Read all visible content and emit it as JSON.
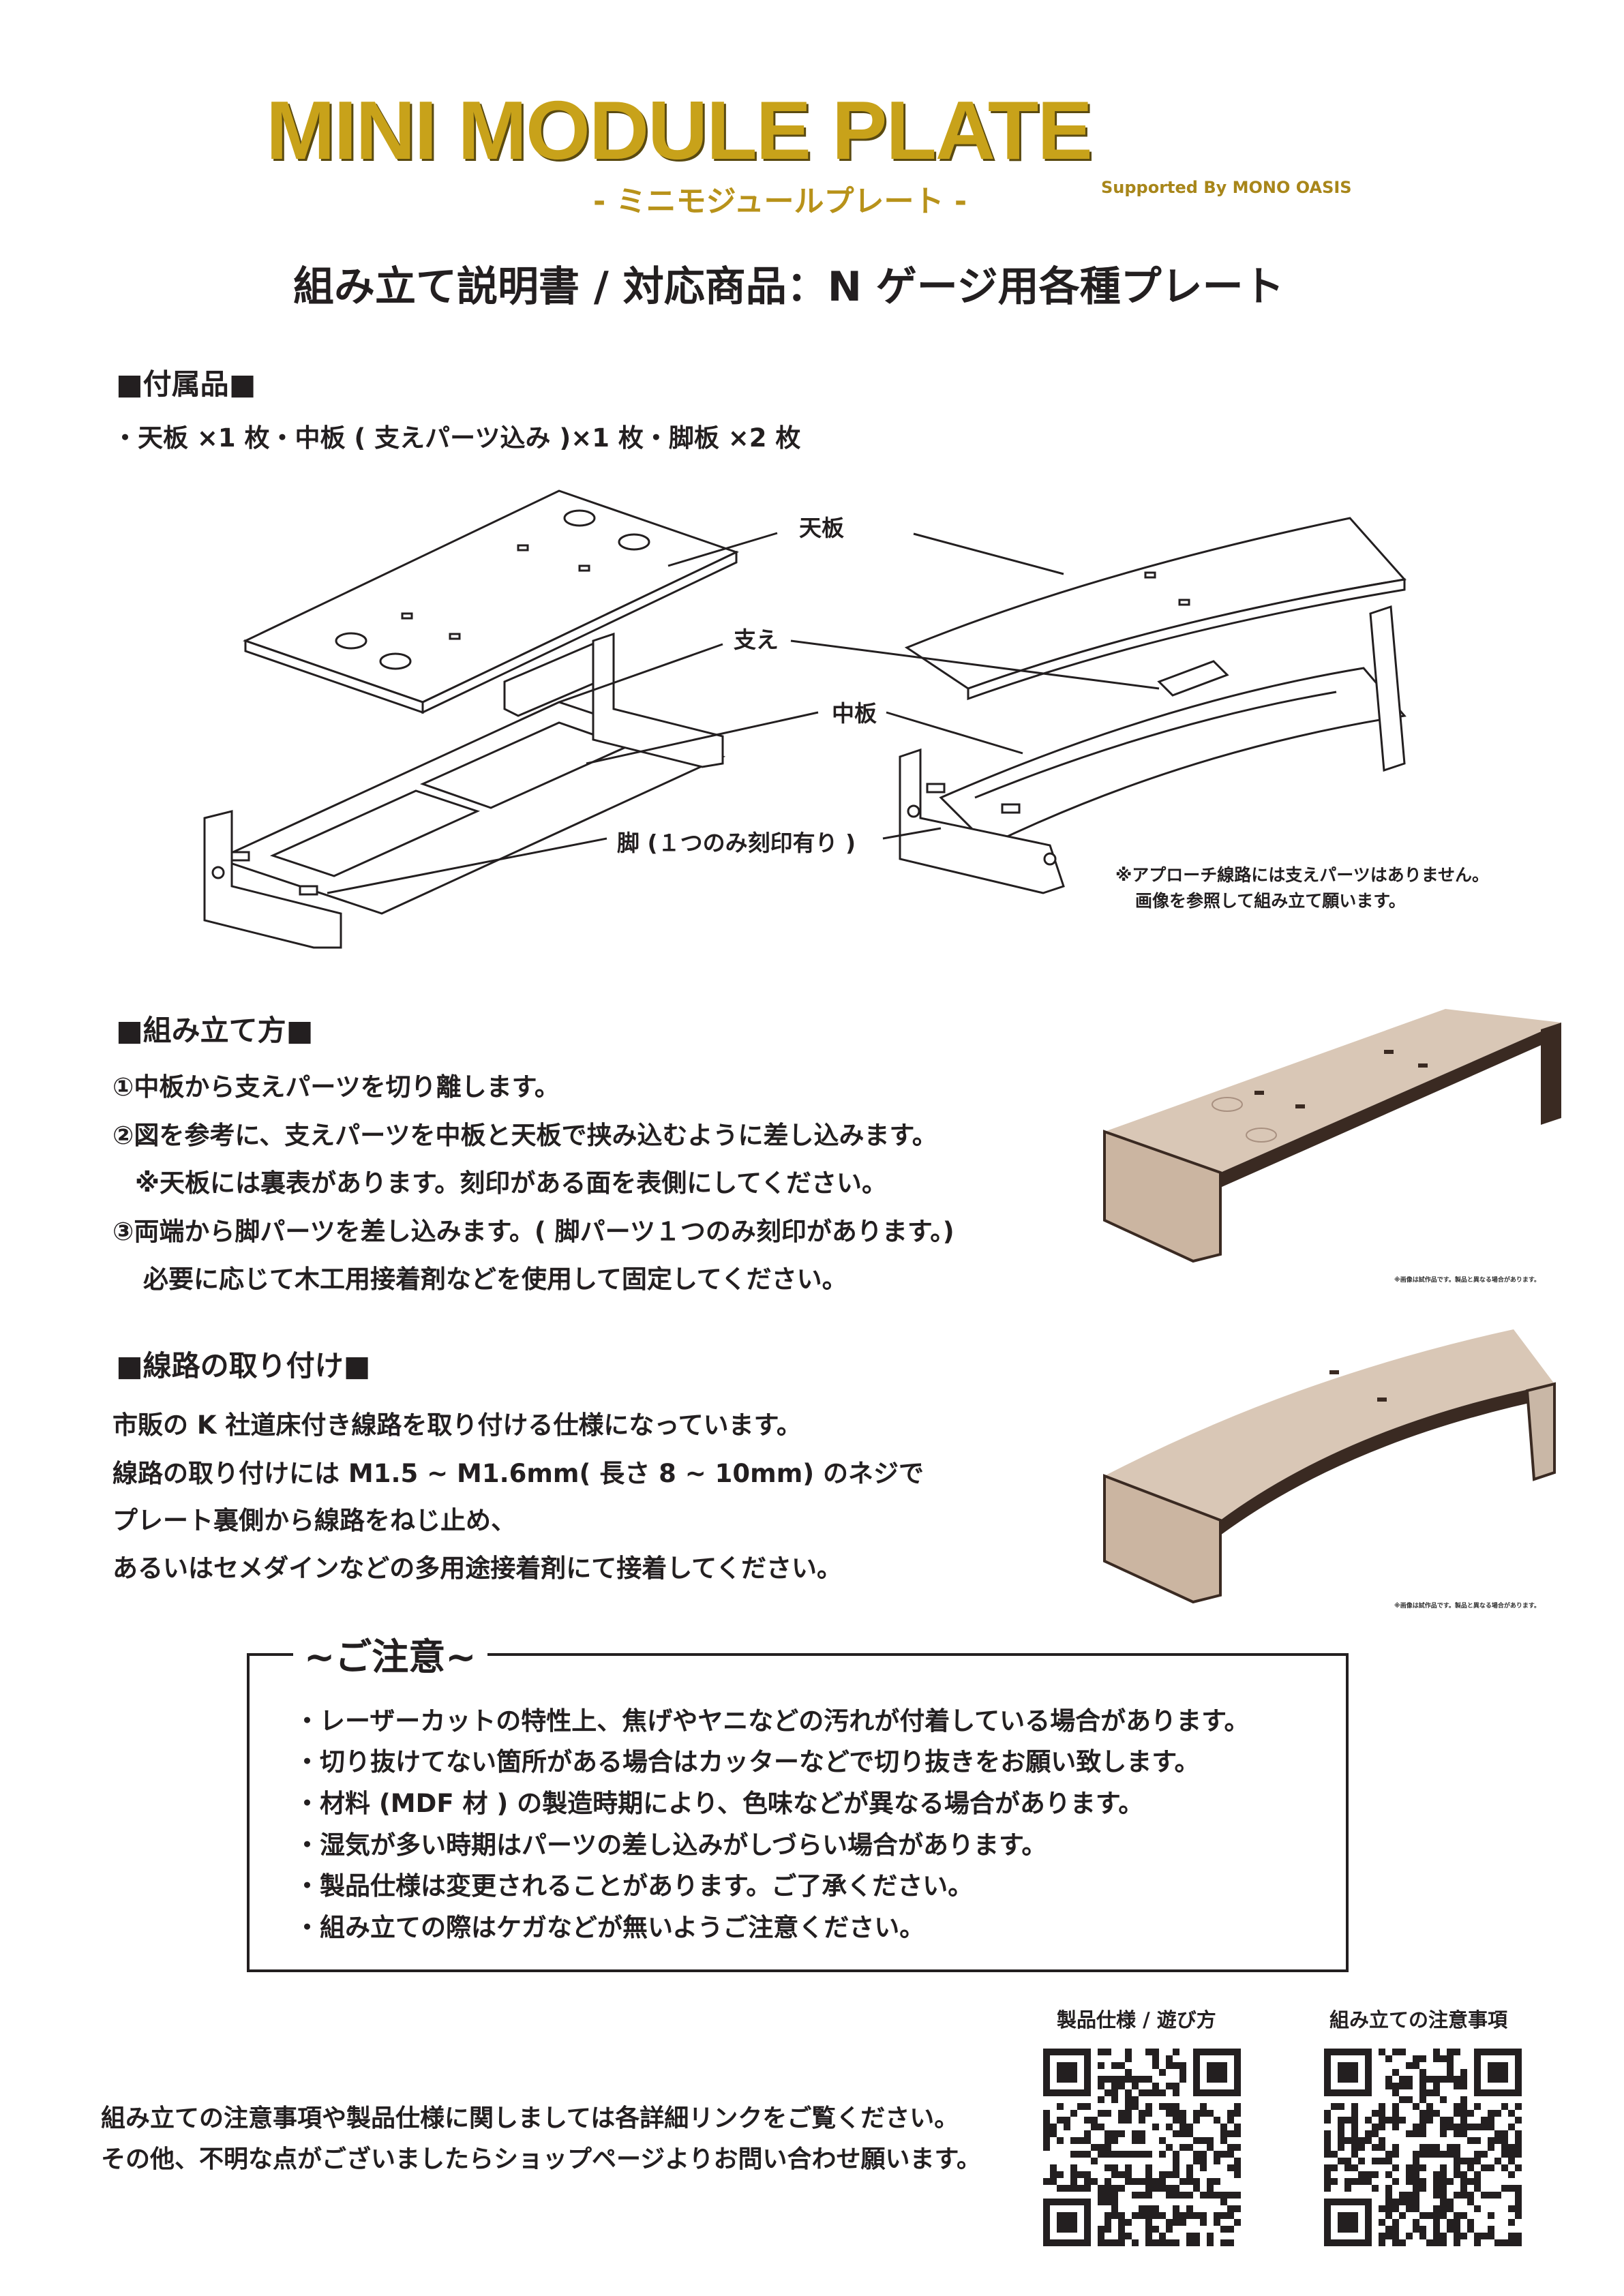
{
  "header": {
    "logo": "MINI MODULE PLATE",
    "subtitle": "- ミニモジュールプレート -",
    "supported_by": "Supported By MONO OASIS",
    "doc_title": "組み立て説明書 / 対応商品：N ゲージ用各種プレート"
  },
  "accessories": {
    "heading": "■付属品■",
    "items": "・天板 ×1 枚・中板 ( 支えパーツ込み )×1 枚・脚板 ×2 枚"
  },
  "diagram": {
    "labels": {
      "top_plate": "天板",
      "support": "支え",
      "middle_plate": "中板",
      "leg": "脚 (１つのみ刻印有り )"
    },
    "note_lines": [
      "※アプローチ線路には支えパーツはありません。",
      "画像を参照して組み立て願います。"
    ]
  },
  "assembly": {
    "heading": "■組み立て方■",
    "steps": [
      "①中板から支えパーツを切り離します。",
      "②図を参考に、支えパーツを中板と天板で挟み込むように差し込みます。",
      "※天板には裏表があります。刻印がある面を表側にしてください。",
      "③両端から脚パーツを差し込みます。( 脚パーツ１つのみ刻印があります。)",
      "必要に応じて木工用接着剤などを使用して固定してください。"
    ],
    "photo_caption": "※画像は試作品です。製品と異なる場合があります。"
  },
  "track": {
    "heading": "■線路の取り付け■",
    "lines": [
      "市販の K 社道床付き線路を取り付ける仕様になっています。",
      "線路の取り付けには M1.5 ~ M1.6mm( 長さ 8 ~ 10mm) のネジで",
      "プレート裏側から線路をねじ止め、",
      "あるいはセメダインなどの多用途接着剤にて接着してください。"
    ],
    "photo_caption": "※画像は試作品です。製品と異なる場合があります。"
  },
  "notice": {
    "title": "~ご注意~",
    "items": [
      "・レーザーカットの特性上、焦げやヤニなどの汚れが付着している場合があります。",
      "・切り抜けてない箇所がある場合はカッターなどで切り抜きをお願い致します。",
      "・材料 (MDF 材 ) の製造時期により、色味などが異なる場合があります。",
      "・湿気が多い時期はパーツの差し込みがしづらい場合があります。",
      "・製品仕様は変更されることがあります。ご了承ください。",
      "・組み立ての際はケガなどが無いようご注意ください。"
    ]
  },
  "footer": {
    "lines": [
      "組み立ての注意事項や製品仕様に関しましては各詳細リンクをご覧ください。",
      "その他、不明な点がございましたらショップページよりお問い合わせ願います。"
    ],
    "qr": [
      {
        "label": "製品仕様 / 遊び方"
      },
      {
        "label": "組み立ての注意事項"
      }
    ]
  },
  "colors": {
    "brand_gold": "#c8a21a",
    "text": "#231f20",
    "mdf": "#d9c8b8",
    "mdf_edge": "#3a2a22"
  }
}
